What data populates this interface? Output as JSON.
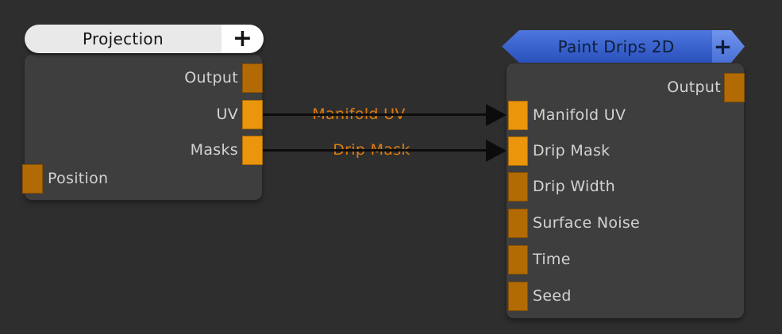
{
  "nodes": {
    "projection": {
      "title": "Projection",
      "add_button": "+",
      "outputs": [
        {
          "label": "Output",
          "connected": false
        },
        {
          "label": "UV",
          "connected": true
        },
        {
          "label": "Masks",
          "connected": true
        }
      ],
      "inputs": [
        {
          "label": "Position",
          "connected": false
        }
      ]
    },
    "paint_drips": {
      "title": "Paint Drips 2D",
      "add_button": "+",
      "outputs": [
        {
          "label": "Output",
          "connected": false
        }
      ],
      "inputs": [
        {
          "label": "Manifold UV",
          "connected": true
        },
        {
          "label": "Drip Mask",
          "connected": true
        },
        {
          "label": "Drip Width",
          "connected": false
        },
        {
          "label": "Surface Noise",
          "connected": false
        },
        {
          "label": "Time",
          "connected": false
        },
        {
          "label": "Seed",
          "connected": false
        }
      ]
    }
  },
  "connections": [
    {
      "label": "Manifold UV",
      "from": "Projection / UV",
      "to": "Paint Drips 2D / Manifold UV"
    },
    {
      "label": "Drip Mask",
      "from": "Projection / Masks",
      "to": "Paint Drips 2D / Drip Mask"
    }
  ],
  "colors": {
    "background": "#2e2e2e",
    "node_body": "#3e3e3e",
    "socket_connected": "#ea950c",
    "socket_unconnected": "#b26b04",
    "connection_label": "#de7b10",
    "wire": "#0c0c0c",
    "projection_header": "#e9e9e9",
    "projection_plus_section": "#ffffff",
    "paint_drips_header_blue": "#3560cf"
  }
}
